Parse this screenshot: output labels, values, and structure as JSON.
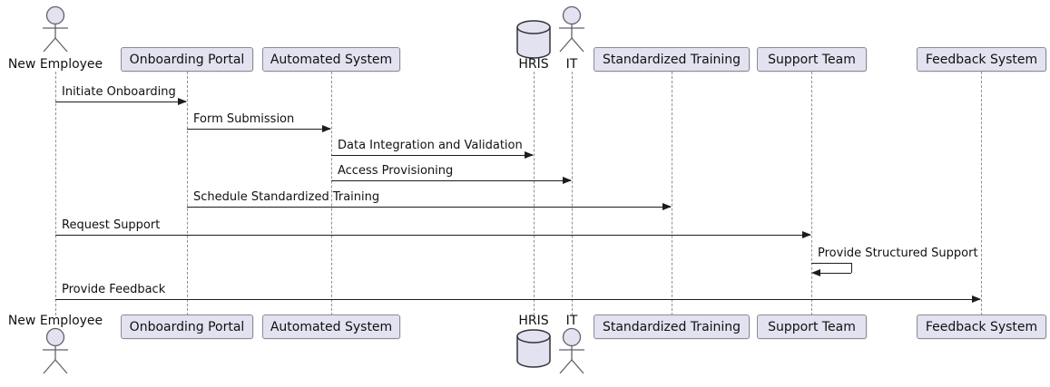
{
  "diagram": {
    "type": "sequence",
    "participants": [
      {
        "id": "new-employee",
        "label": "New Employee",
        "kind": "actor"
      },
      {
        "id": "onboarding-portal",
        "label": "Onboarding Portal",
        "kind": "box"
      },
      {
        "id": "automated-system",
        "label": "Automated System",
        "kind": "box"
      },
      {
        "id": "hris",
        "label": "HRIS",
        "kind": "database"
      },
      {
        "id": "it",
        "label": "IT",
        "kind": "actor"
      },
      {
        "id": "standardized-training",
        "label": "Standardized Training",
        "kind": "box"
      },
      {
        "id": "support-team",
        "label": "Support Team",
        "kind": "box"
      },
      {
        "id": "feedback-system",
        "label": "Feedback System",
        "kind": "box"
      }
    ],
    "messages": [
      {
        "label": "Initiate Onboarding",
        "from": "new-employee",
        "to": "onboarding-portal",
        "self": false
      },
      {
        "label": "Form Submission",
        "from": "onboarding-portal",
        "to": "automated-system",
        "self": false
      },
      {
        "label": "Data Integration and Validation",
        "from": "automated-system",
        "to": "hris",
        "self": false
      },
      {
        "label": "Access Provisioning",
        "from": "automated-system",
        "to": "it",
        "self": false
      },
      {
        "label": "Schedule Standardized Training",
        "from": "onboarding-portal",
        "to": "standardized-training",
        "self": false
      },
      {
        "label": "Request Support",
        "from": "new-employee",
        "to": "support-team",
        "self": false
      },
      {
        "label": "Provide Structured Support",
        "from": "support-team",
        "to": "support-team",
        "self": true
      },
      {
        "label": "Provide Feedback",
        "from": "new-employee",
        "to": "feedback-system",
        "self": false
      }
    ],
    "colors": {
      "participant_fill": "#E2E2F0",
      "participant_border": "#8B8B95",
      "lifeline": "#909090",
      "arrow": "#1C1C1C",
      "actor_stroke": "#62626B",
      "database_stroke": "#33333D",
      "text": "#111111",
      "background": "#FFFFFF"
    }
  }
}
